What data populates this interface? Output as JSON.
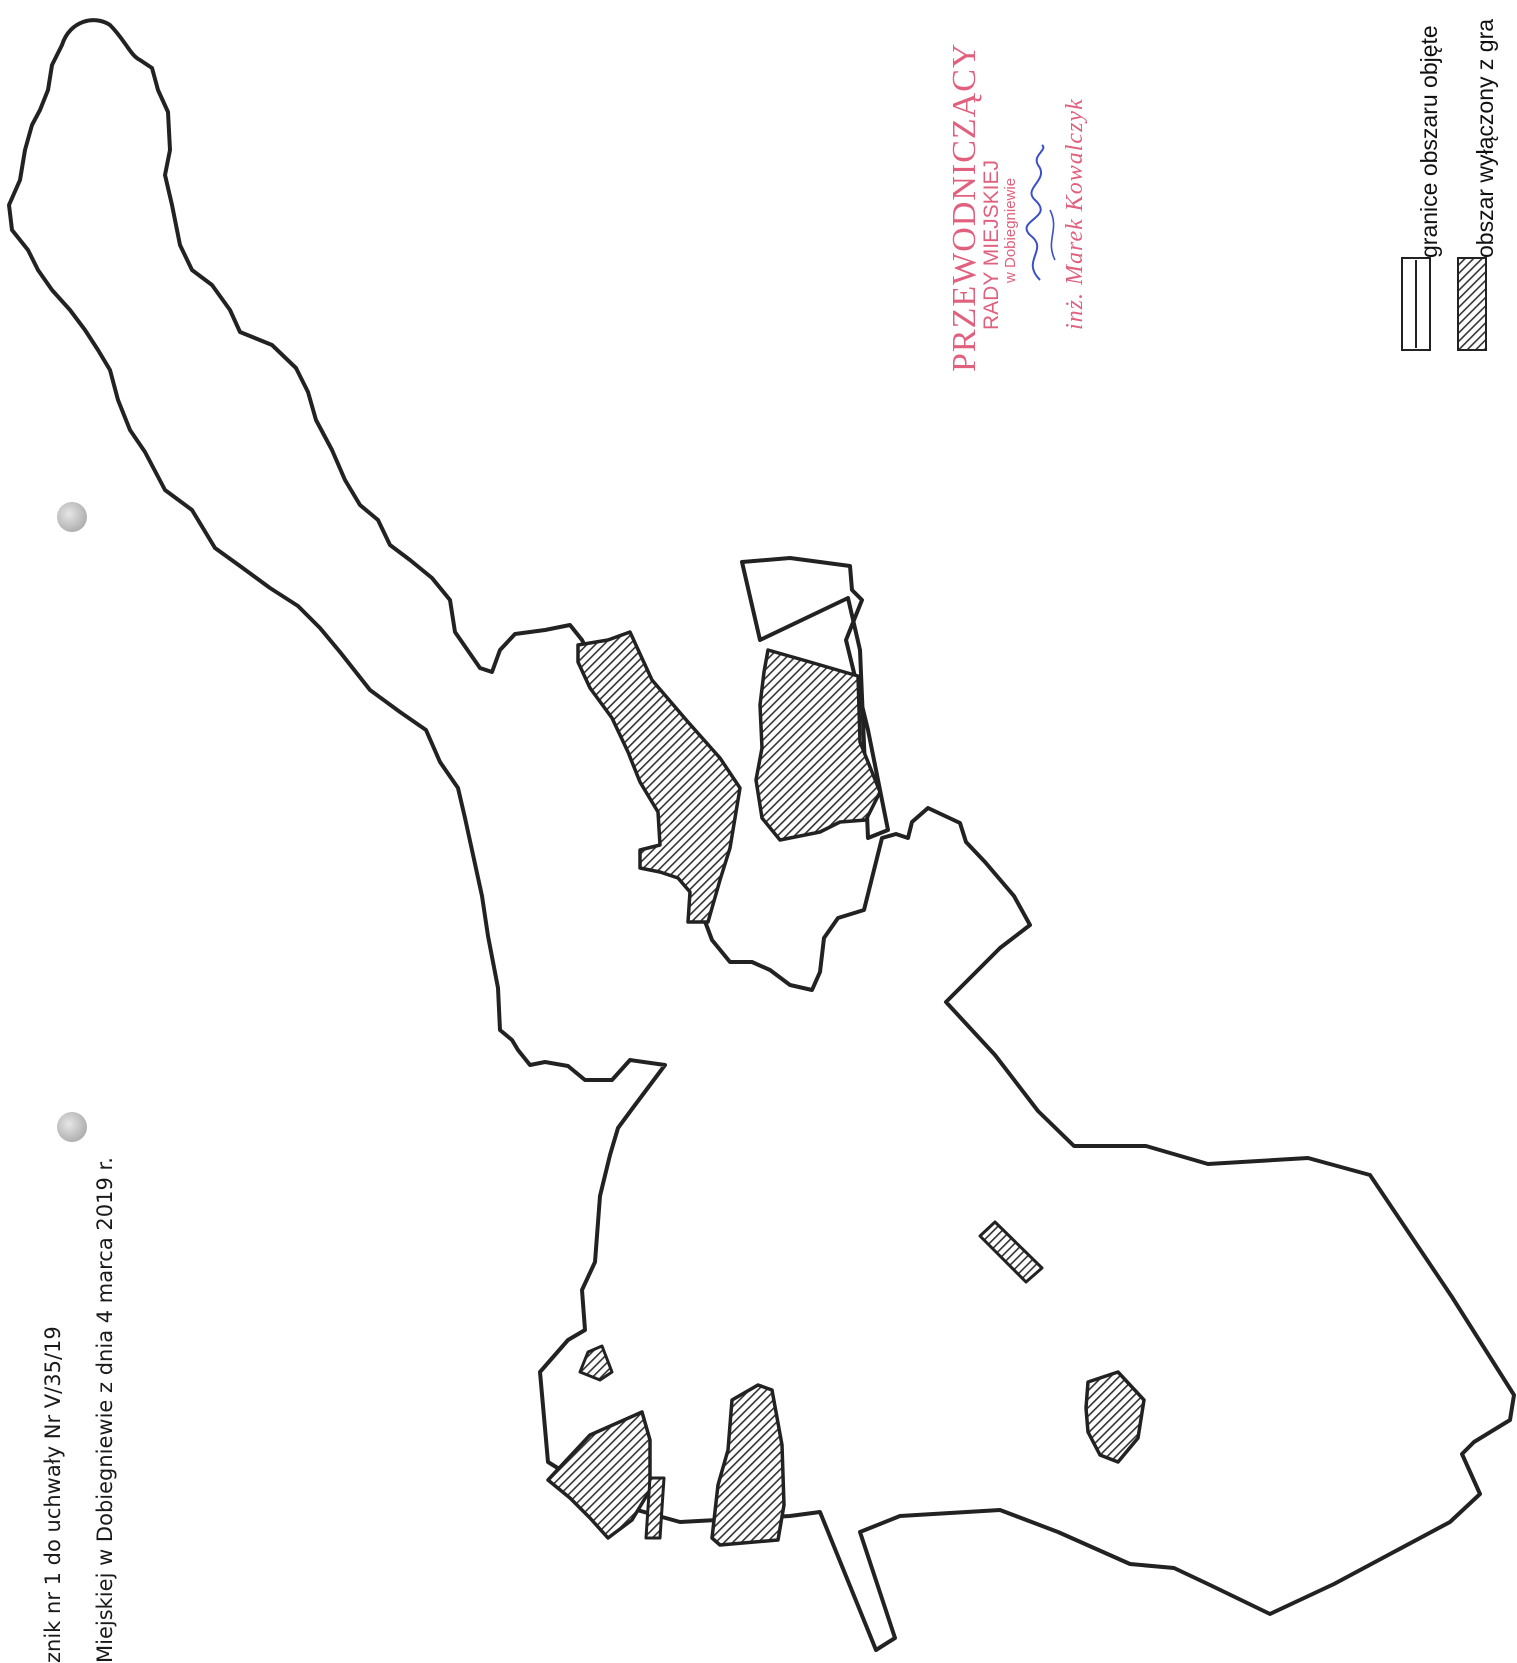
{
  "header": {
    "line1": "znik nr 1 do uchwały Nr V/35/19",
    "line2": "Miejskiej w Dobiegniewie z dnia 4 marca 2019 r."
  },
  "stamp": {
    "title": "PRZEWODNICZĄCY",
    "council": "RADY MIEJSKIEJ",
    "town": "w Dobiegniewie",
    "name": "inż. Marek Kowalczyk",
    "color": "#e0607e",
    "signature_color": "#3b4fc8"
  },
  "legend": {
    "items": [
      {
        "label": "granice obszaru objęte",
        "symbol": "outline"
      },
      {
        "label": "obszar wyłączony z gra",
        "symbol": "hatched"
      }
    ]
  },
  "map": {
    "boundary_color": "#222222",
    "hatch_color": "#333333",
    "background": "#ffffff"
  }
}
